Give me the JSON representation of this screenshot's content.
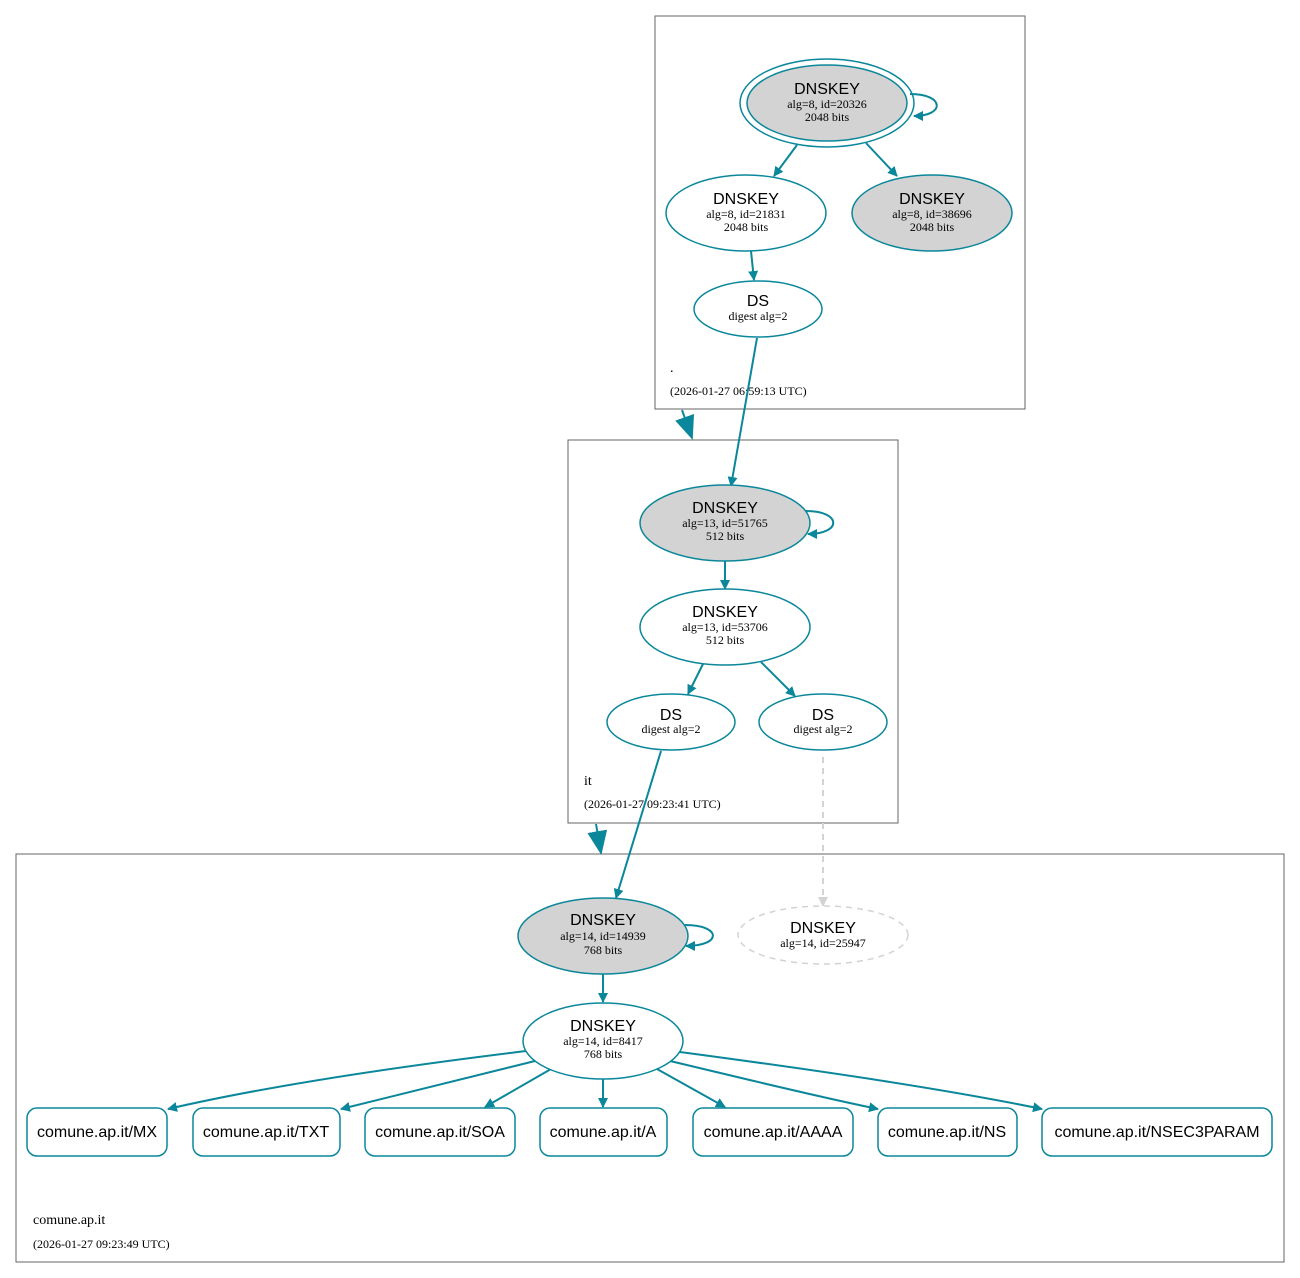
{
  "colors": {
    "edge": "#0a879a",
    "node_fill_ksk": "#d3d3d3",
    "node_fill_plain": "#ffffff",
    "dashed": "#d3d3d3",
    "cluster_border": "#666666"
  },
  "zones": {
    "root": {
      "name": ".",
      "timestamp": "(2026-01-27 06:59:13 UTC)",
      "ksk": {
        "title": "DNSKEY",
        "detail": "alg=8, id=20326",
        "size": "2048 bits"
      },
      "zsk": {
        "title": "DNSKEY",
        "detail": "alg=8, id=21831",
        "size": "2048 bits"
      },
      "key3": {
        "title": "DNSKEY",
        "detail": "alg=8, id=38696",
        "size": "2048 bits"
      },
      "ds": {
        "title": "DS",
        "detail": "digest alg=2"
      }
    },
    "it": {
      "name": "it",
      "timestamp": "(2026-01-27 09:23:41 UTC)",
      "ksk": {
        "title": "DNSKEY",
        "detail": "alg=13, id=51765",
        "size": "512 bits"
      },
      "zsk": {
        "title": "DNSKEY",
        "detail": "alg=13, id=53706",
        "size": "512 bits"
      },
      "ds1": {
        "title": "DS",
        "detail": "digest alg=2"
      },
      "ds2": {
        "title": "DS",
        "detail": "digest alg=2"
      }
    },
    "comune": {
      "name": "comune.ap.it",
      "timestamp": "(2026-01-27 09:23:49 UTC)",
      "ksk": {
        "title": "DNSKEY",
        "detail": "alg=14, id=14939",
        "size": "768 bits"
      },
      "missing": {
        "title": "DNSKEY",
        "detail": "alg=14, id=25947"
      },
      "zsk": {
        "title": "DNSKEY",
        "detail": "alg=14, id=8417",
        "size": "768 bits"
      },
      "records": [
        "comune.ap.it/MX",
        "comune.ap.it/TXT",
        "comune.ap.it/SOA",
        "comune.ap.it/A",
        "comune.ap.it/AAAA",
        "comune.ap.it/NS",
        "comune.ap.it/NSEC3PARAM"
      ]
    }
  }
}
